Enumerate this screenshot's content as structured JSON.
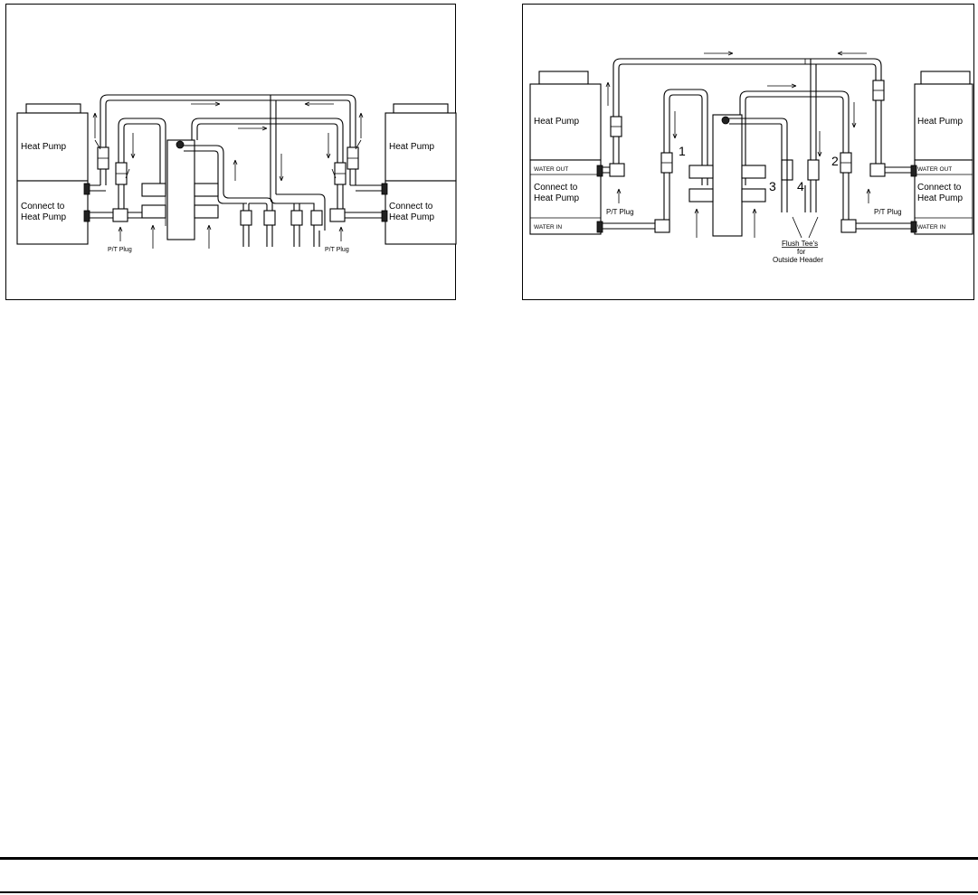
{
  "left_diagram": {
    "unit_left": {
      "top_label": "Heat Pump",
      "bottom_label_line1": "Connect to",
      "bottom_label_line2": "Heat Pump"
    },
    "unit_right": {
      "top_label": "Heat Pump",
      "bottom_label_line1": "Connect to",
      "bottom_label_line2": "Heat Pump"
    },
    "pt_plug_left": "P/T Plug",
    "pt_plug_right": "P/T Plug"
  },
  "right_diagram": {
    "unit_left": {
      "top_label": "Heat Pump",
      "water_out": "WATER OUT",
      "bottom_label_line1": "Connect to",
      "bottom_label_line2": "Heat Pump",
      "water_in": "WATER IN"
    },
    "unit_right": {
      "top_label": "Heat Pump",
      "water_out": "WATER OUT",
      "bottom_label_line1": "Connect to",
      "bottom_label_line2": "Heat Pump",
      "water_in": "WATER IN"
    },
    "pt_plug_left": "P/T Plug",
    "pt_plug_right": "P/T Plug",
    "valve_numbers": [
      "1",
      "2",
      "3",
      "4"
    ],
    "flush_tees_line1": "Flush Tee's",
    "flush_tees_line2": "for",
    "flush_tees_line3": "Outside Header"
  }
}
